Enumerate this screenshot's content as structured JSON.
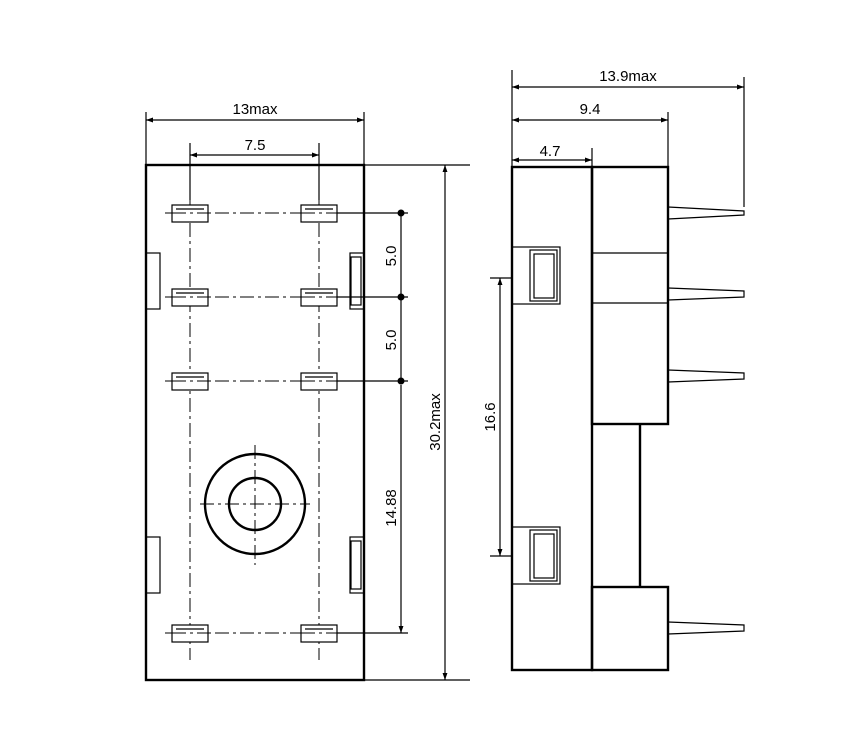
{
  "front_view": {
    "width_max": "13max",
    "pin_spacing_x": "7.5",
    "pin_pitch_1": "5.0",
    "pin_pitch_2": "5.0",
    "pin_to_last_row": "14.88",
    "height_max": "30.2max"
  },
  "side_view": {
    "depth_max": "13.9max",
    "body_depth": "9.4",
    "half_depth": "4.7",
    "clip_spacing": "16.6"
  }
}
